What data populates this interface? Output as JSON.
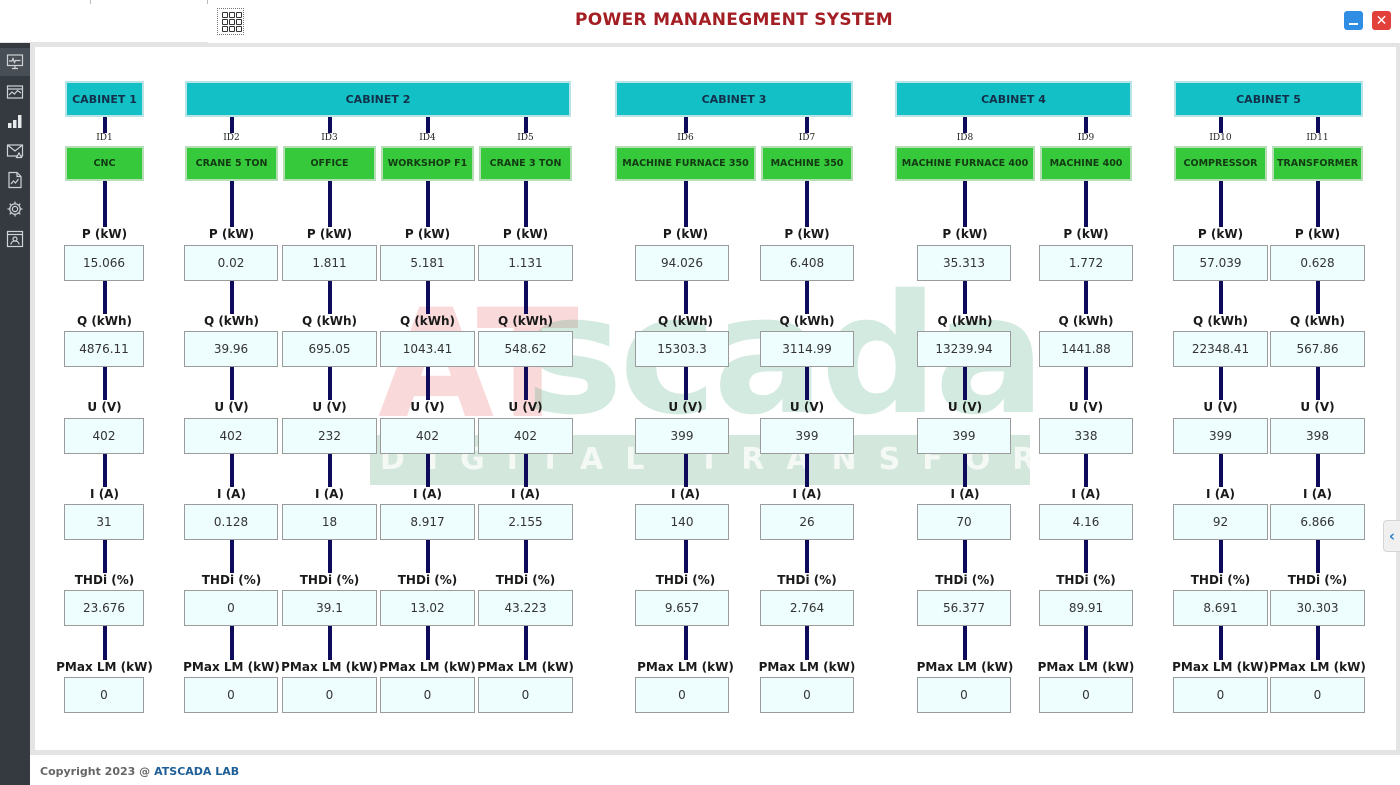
{
  "header": {
    "title": "POWER MANANEGMENT SYSTEM",
    "apps_icon": "grid-apps-icon",
    "minimize_icon": "minimize-icon",
    "close_label": "✕"
  },
  "sidebar": {
    "items": [
      {
        "name": "monitor-icon",
        "label": "Monitor"
      },
      {
        "name": "trend-chart-icon",
        "label": "Trend"
      },
      {
        "name": "bar-chart-icon",
        "label": "Report"
      },
      {
        "name": "alarm-mail-icon",
        "label": "Alarm"
      },
      {
        "name": "document-chart-icon",
        "label": "Log"
      },
      {
        "name": "gear-icon",
        "label": "Settings"
      },
      {
        "name": "user-profile-icon",
        "label": "User"
      }
    ]
  },
  "labels": {
    "p": "P (kW)",
    "q": "Q (kWh)",
    "u": "U (V)",
    "i": "I (A)",
    "thdi": "THDi (%)",
    "pmax": "PMax LM (kW)"
  },
  "cabinets": [
    {
      "name": "CABINET 1"
    },
    {
      "name": "CABINET 2"
    },
    {
      "name": "CABINET 3"
    },
    {
      "name": "CABINET 4"
    },
    {
      "name": "CABINET 5"
    }
  ],
  "devices": [
    {
      "id": "ID1",
      "name": "CNC",
      "cabinet": "CABINET 1",
      "p": "15.066",
      "q": "4876.11",
      "u": "402",
      "i": "31",
      "thdi": "23.676",
      "pmax": "0"
    },
    {
      "id": "ID2",
      "name": "CRANE 5 TON",
      "cabinet": "CABINET 2",
      "p": "0.02",
      "q": "39.96",
      "u": "402",
      "i": "0.128",
      "thdi": "0",
      "pmax": "0"
    },
    {
      "id": "ID3",
      "name": "OFFICE",
      "cabinet": "CABINET 2",
      "p": "1.811",
      "q": "695.05",
      "u": "232",
      "i": "18",
      "thdi": "39.1",
      "pmax": "0"
    },
    {
      "id": "ID4",
      "name": "WORKSHOP F1",
      "cabinet": "CABINET 2",
      "p": "5.181",
      "q": "1043.41",
      "u": "402",
      "i": "8.917",
      "thdi": "13.02",
      "pmax": "0"
    },
    {
      "id": "ID5",
      "name": "CRANE 3 TON",
      "cabinet": "CABINET 2",
      "p": "1.131",
      "q": "548.62",
      "u": "402",
      "i": "2.155",
      "thdi": "43.223",
      "pmax": "0"
    },
    {
      "id": "ID6",
      "name": "MACHINE FURNACE 350",
      "cabinet": "CABINET 3",
      "p": "94.026",
      "q": "15303.3",
      "u": "399",
      "i": "140",
      "thdi": "9.657",
      "pmax": "0"
    },
    {
      "id": "ID7",
      "name": "MACHINE 350",
      "cabinet": "CABINET 3",
      "p": "6.408",
      "q": "3114.99",
      "u": "399",
      "i": "26",
      "thdi": "2.764",
      "pmax": "0"
    },
    {
      "id": "ID8",
      "name": "MACHINE FURNACE 400",
      "cabinet": "CABINET 4",
      "p": "35.313",
      "q": "13239.94",
      "u": "399",
      "i": "70",
      "thdi": "56.377",
      "pmax": "0"
    },
    {
      "id": "ID9",
      "name": "MACHINE 400",
      "cabinet": "CABINET 4",
      "p": "1.772",
      "q": "1441.88",
      "u": "338",
      "i": "4.16",
      "thdi": "89.91",
      "pmax": "0"
    },
    {
      "id": "ID10",
      "name": "COMPRESSOR",
      "cabinet": "CABINET 5",
      "p": "57.039",
      "q": "22348.41",
      "u": "399",
      "i": "92",
      "thdi": "8.691",
      "pmax": "0"
    },
    {
      "id": "ID11",
      "name": "TRANSFORMER",
      "cabinet": "CABINET 5",
      "p": "0.628",
      "q": "567.86",
      "u": "398",
      "i": "6.866",
      "thdi": "30.303",
      "pmax": "0"
    }
  ],
  "watermark": {
    "brand_a": "AT",
    "brand_b": "scada",
    "tagline": "DIGITAL TRANSFORMATION"
  },
  "footer": {
    "copyright": "Copyright 2023 @",
    "company": "ATSCADA LAB"
  },
  "colors": {
    "title": "#a31f24",
    "cabinet": "#13c0c6",
    "device": "#35c93b",
    "connector": "#0d0b5a",
    "value_box": "#eefdfd",
    "sidebar": "#353a40"
  }
}
